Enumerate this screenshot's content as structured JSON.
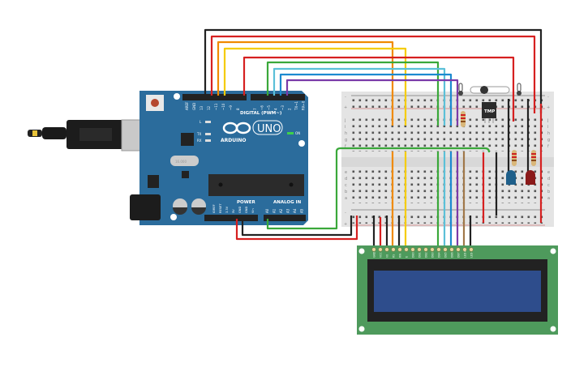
{
  "arduino": {
    "brand": "ARDUINO",
    "model": "UNO",
    "digital_label": "DIGITAL (PWM~)",
    "power_label": "POWER",
    "analog_label": "ANALOG IN",
    "on_label": "ON",
    "led_l": "L",
    "led_tx": "TX",
    "led_rx": "RX",
    "crystal_label": "16.000",
    "digital_pins": [
      "AREF",
      "GND",
      "13",
      "12",
      "~11",
      "~10",
      "~9",
      "8",
      "7",
      "~6",
      "~5",
      "4",
      "~3",
      "2",
      "TX→1",
      "RX←0"
    ],
    "power_pins": [
      "IOREF",
      "RESET",
      "3.3V",
      "5V",
      "GND",
      "GND",
      "Vin"
    ],
    "analog_pins": [
      "A0",
      "A1",
      "A2",
      "A3",
      "A4",
      "A5"
    ]
  },
  "breadboard": {
    "rows_top": [
      "j",
      "i",
      "h",
      "g",
      "f"
    ],
    "rows_bottom": [
      "e",
      "d",
      "c",
      "b",
      "a"
    ],
    "rail_minus": "-",
    "rail_plus": "+"
  },
  "sensor": {
    "label": "TMP"
  },
  "lcd": {
    "pins": [
      "GND",
      "VCC",
      "V0",
      "RS",
      "RW",
      "E",
      "DB0",
      "DB1",
      "DB2",
      "DB3",
      "DB4",
      "DB5",
      "DB6",
      "DB7",
      "LED+",
      "LED-"
    ]
  },
  "colors": {
    "board": "#2b6c9c",
    "breadboard": "#e4e4e4",
    "lcd_pcb": "#4e9a5c",
    "lcd_screen": "#2e4d8c",
    "led_blue": "#1e5f8a",
    "led_red": "#8b1a1a"
  }
}
